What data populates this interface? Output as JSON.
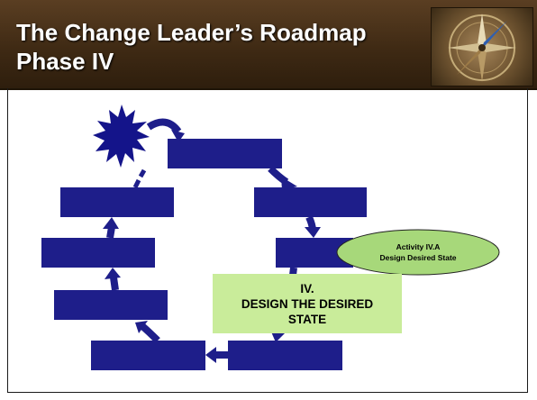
{
  "header": {
    "title_line1": "The Change Leader’s Roadmap",
    "title_line2": "Phase IV"
  },
  "callout": {
    "line1": "Activity IV.A",
    "line2": "Design Desired State"
  },
  "phase_box": {
    "line1": "IV.",
    "line2": "DESIGN THE DESIRED",
    "line3": "STATE"
  },
  "colors": {
    "title_bg": "#4a3219",
    "box_blue": "#1e1e8a",
    "arrow_blue": "#1e1e8a",
    "callout_green": "#a7d87a",
    "phase_green": "#c9ec9a",
    "starburst": "#14148a"
  },
  "icons": {
    "compass": "compass-icon",
    "starburst": "starburst-icon"
  }
}
